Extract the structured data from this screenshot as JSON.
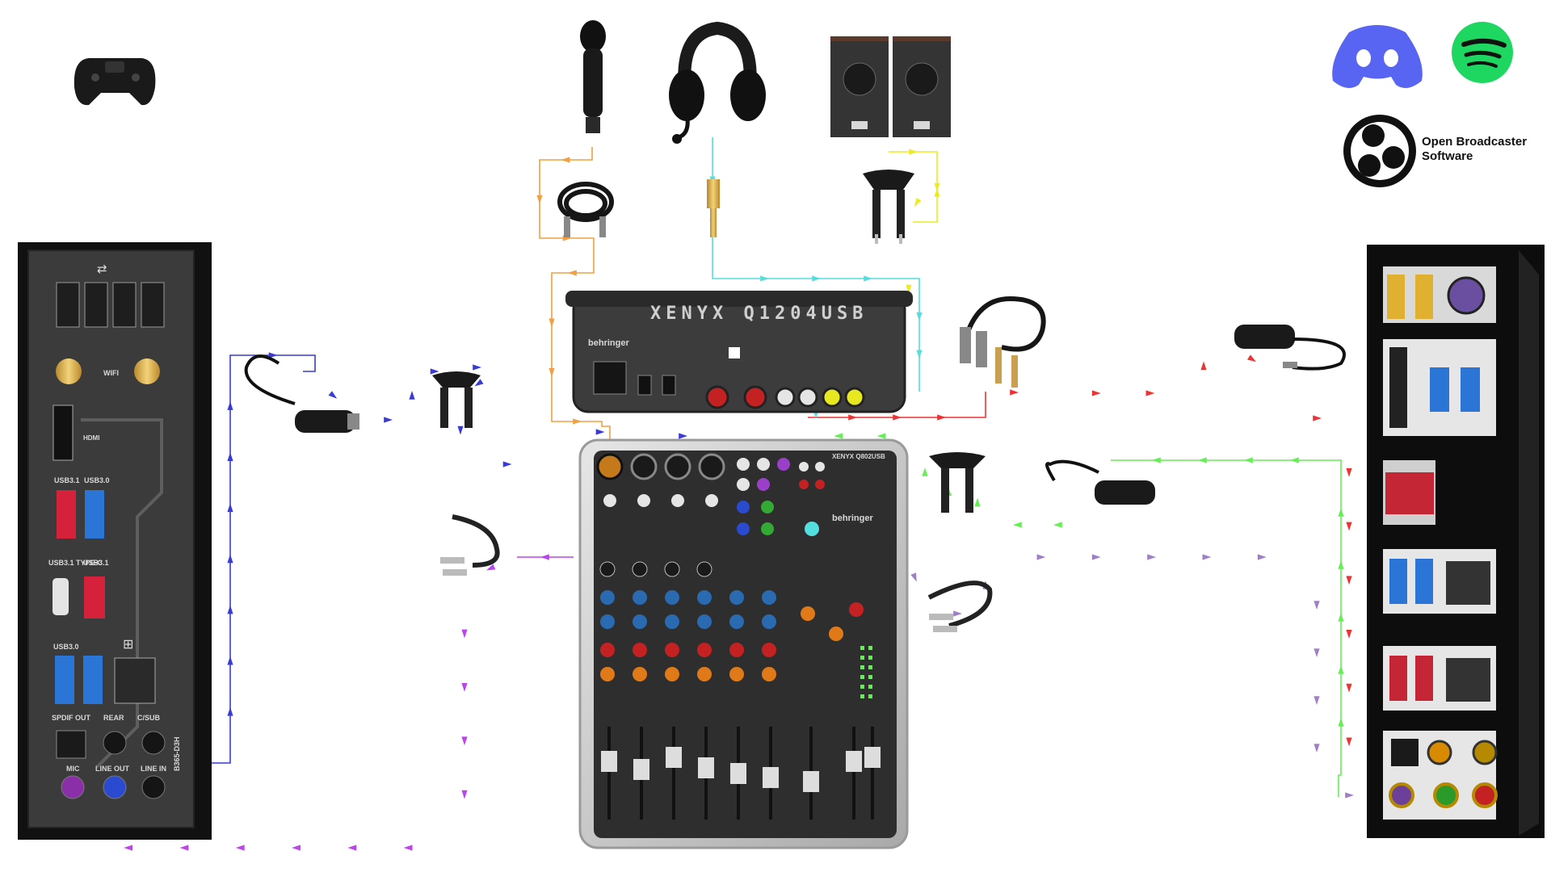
{
  "colors": {
    "blue": "#3a3ad6",
    "purple": "#bb44ee",
    "orange": "#f0a040",
    "cyan": "#55dede",
    "yellow": "#ecec20",
    "red": "#ee3333",
    "green": "#66ee55",
    "lavender": "#9f7fc6",
    "dark": "#1f1f1f"
  },
  "icons": [
    "gamepad-icon",
    "microphone-icon",
    "headset-icon",
    "speakers-icon",
    "discord-icon",
    "spotify-icon",
    "obs-icon"
  ],
  "apps": {
    "obs_line1": "Open Broadcaster",
    "obs_line2": "Software"
  },
  "mixers": {
    "q1204_title": "XENYX Q1204USB",
    "q1204_brand": "behringer",
    "q802_title": "XENYX Q802USB",
    "q802_brand": "behringer"
  },
  "motherboard_left": {
    "wifi": "WIFI",
    "hdmi": "HDMI",
    "usb31": "USB3.1",
    "usb30": "USB3.0",
    "usb31_typec": "USB3.1 TYPE-C",
    "usb31_b": "USB3.1",
    "usb30_b": "USB3.0",
    "spdif": "SPDIF OUT",
    "rear": "REAR",
    "csub": "C/SUB",
    "mic": "MIC",
    "line_out": "LINE OUT",
    "line_in": "LINE IN",
    "model": "B365-D3H"
  }
}
